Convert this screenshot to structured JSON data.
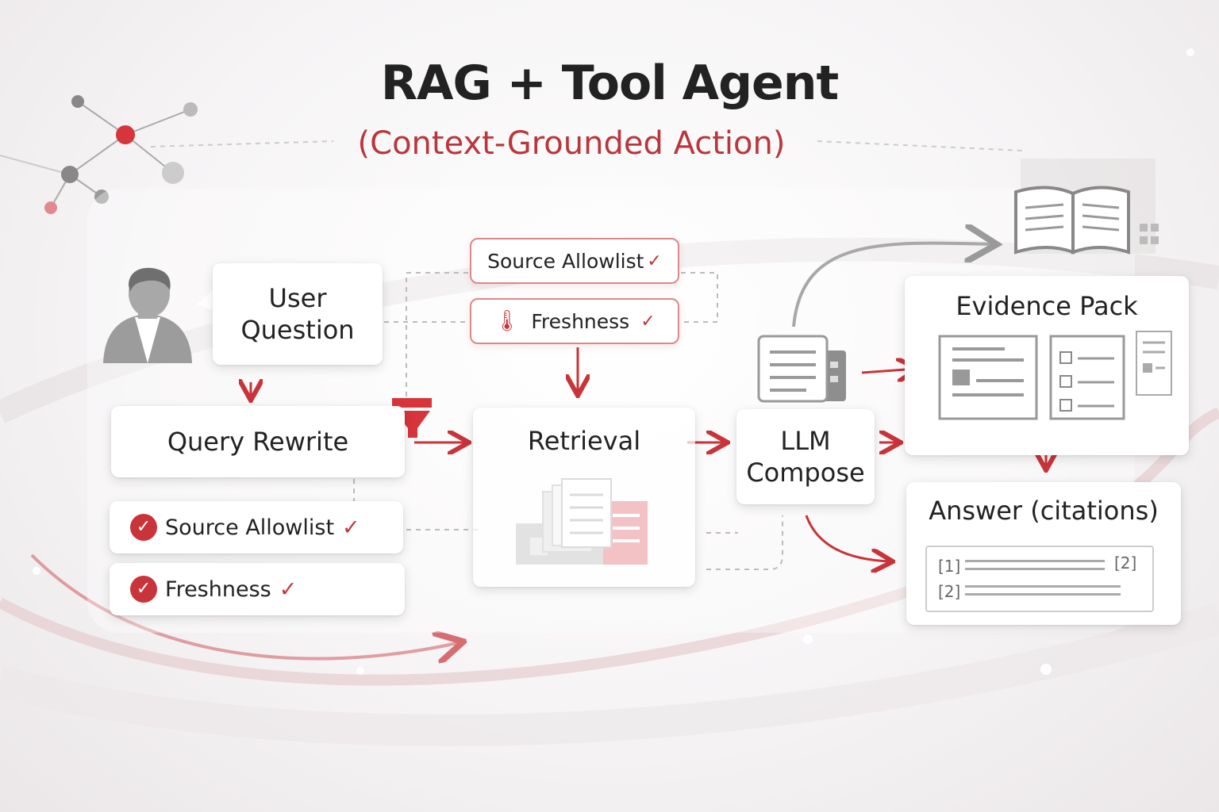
{
  "title": "RAG + Tool Agent",
  "subtitle": "(Context-Grounded Action)",
  "nodes": {
    "user_question": "User Question",
    "query_rewrite": "Query Rewrite",
    "retrieval": "Retrieval",
    "llm_compose": "LLM Compose",
    "evidence_pack": "Evidence Pack",
    "answer": "Answer (citations)"
  },
  "checks": {
    "source_allowlist": "Source Allowlist",
    "freshness": "Freshness"
  },
  "citations": [
    "[1]",
    "[2]",
    "[2]"
  ],
  "check_mark": "✓",
  "colors": {
    "accent": "#c8343a",
    "text": "#222222"
  },
  "icons": [
    "network-icon",
    "user-avatar-icon",
    "filter-funnel-icon",
    "thermometer-icon",
    "documents-stack-icon",
    "server-doc-icon",
    "open-book-icon",
    "checklist-icon"
  ]
}
